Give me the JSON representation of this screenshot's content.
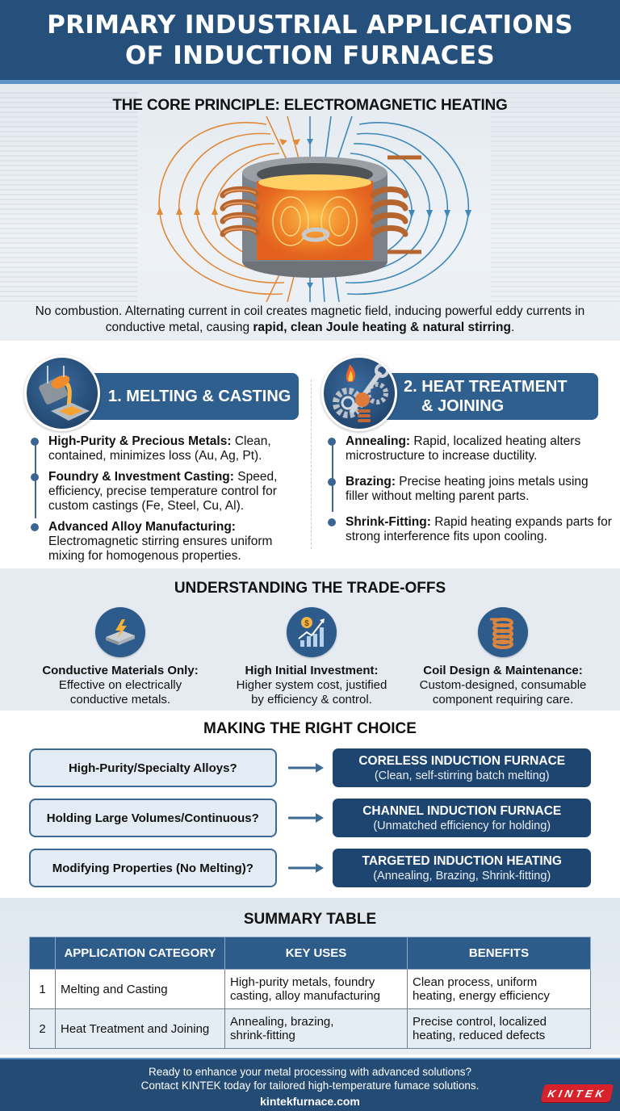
{
  "header": {
    "title_line1": "PRIMARY INDUSTRIAL APPLICATIONS",
    "title_line2": "OF INDUCTION FURNACES"
  },
  "core": {
    "title": "THE CORE PRINCIPLE: ELECTROMAGNETIC HEATING",
    "diagram_icon": "induction-furnace-field-lines-icon",
    "caption_plain": "No combustion. Alternating current in coil creates magnetic field, inducing powerful eddy currents in conductive metal, causing ",
    "caption_bold": "rapid, clean Joule heating & natural stirring",
    "caption_end": "."
  },
  "applications": [
    {
      "number": "1.",
      "title": "MELTING & CASTING",
      "icon": "ladle-pouring-icon",
      "bullets": [
        {
          "label": "High-Purity & Precious Metals:",
          "text": " Clean, contained, minimizes loss (Au, Ag, Pt)."
        },
        {
          "label": "Foundry & Investment Casting:",
          "text": " Speed, efficiency, precise temperature control for custom castings (Fe, Steel, Cu, Al)."
        },
        {
          "label": "Advanced Alloy Manufacturing:",
          "text": " Electromagnetic stirring ensures uniform mixing for homogenous properties."
        }
      ]
    },
    {
      "number": "2.",
      "title": "HEAT TREATMENT & JOINING",
      "title_line1": "2. HEAT TREATMENT",
      "title_line2": "& JOINING",
      "icon": "gears-wrench-flame-icon",
      "bullets": [
        {
          "label": "Annealing:",
          "text": " Rapid, localized heating alters microstructure to increase ductility."
        },
        {
          "label": "Brazing:",
          "text": " Precise heating joins metals using filler without melting parent parts."
        },
        {
          "label": "Shrink-Fitting:",
          "text": " Rapid heating expands parts for strong interference fits upon cooling."
        }
      ]
    }
  ],
  "tradeoffs": {
    "title": "UNDERSTANDING THE TRADE-OFFS",
    "items": [
      {
        "icon": "metal-plate-lightning-icon",
        "title": "Conductive Materials Only:",
        "desc_line1": "Effective on electrically",
        "desc_line2": "conductive metals."
      },
      {
        "icon": "cost-growth-chart-icon",
        "title": "High Initial Investment:",
        "desc_line1": "Higher system cost, justified",
        "desc_line2": "by efficiency & control."
      },
      {
        "icon": "copper-coil-icon",
        "title": "Coil Design & Maintenance:",
        "desc_line1": "Custom-designed, consumable",
        "desc_line2": "component requiring care."
      }
    ]
  },
  "choice": {
    "title": "MAKING THE RIGHT CHOICE",
    "rows": [
      {
        "question": "High-Purity/Specialty Alloys?",
        "answer": "CORELESS INDUCTION FURNACE",
        "detail": "(Clean, self-stirring batch melting)"
      },
      {
        "question": "Holding Large Volumes/Continuous?",
        "answer": "CHANNEL INDUCTION FURNACE",
        "detail": "(Unmatched efficiency for holding)"
      },
      {
        "question": "Modifying Properties (No Melting)?",
        "answer": "TARGETED INDUCTION HEATING",
        "detail": "(Annealing, Brazing, Shrink-fitting)"
      }
    ]
  },
  "summary": {
    "title": "SUMMARY TABLE",
    "columns": [
      "",
      "APPLICATION CATEGORY",
      "KEY USES",
      "BENEFITS"
    ],
    "rows": [
      {
        "num": "1",
        "category": "Melting and Casting",
        "uses_line1": "High-purity metals, foundry",
        "uses_line2": "casting, alloy manufacturing",
        "benefits_line1": "Clean process, uniform",
        "benefits_line2": "heating, energy efficiency"
      },
      {
        "num": "2",
        "category": "Heat Treatment and Joining",
        "uses_line1": "Annealing, brazing,",
        "uses_line2": "shrink-fitting",
        "benefits_line1": "Precise control, localized",
        "benefits_line2": "heating, reduced defects"
      }
    ]
  },
  "footer": {
    "line1": "Ready to enhance your metal processing with advanced solutions?",
    "line2": "Contact KINTEK today for tailored high-temperature fumace solutions.",
    "website": "kintekfurnace.com",
    "logo": "KINTEK"
  },
  "colors": {
    "header_bg": "#25507c",
    "accent_blue": "#2f5f8f",
    "dark_navy": "#1e4570",
    "light_panel": "#e5ebf1",
    "orange_field": "#e08a3a",
    "blue_field": "#3f88b8",
    "logo_red": "#d8222b"
  }
}
